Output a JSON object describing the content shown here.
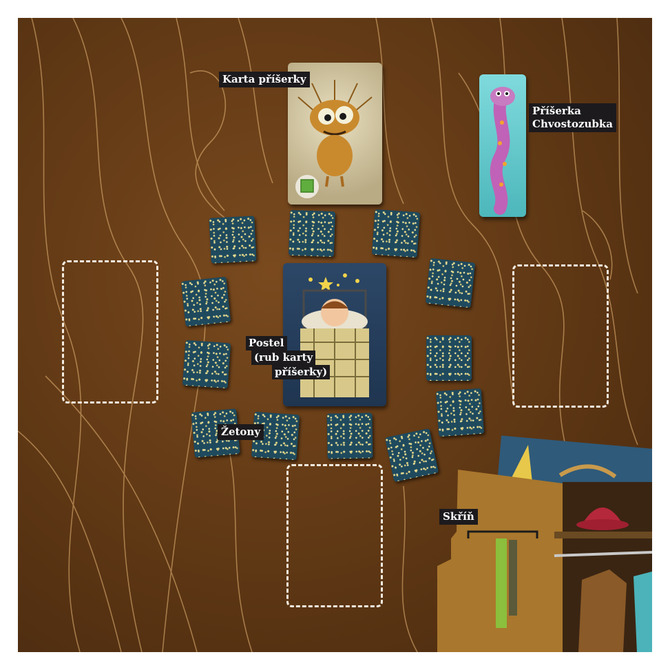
{
  "labels": {
    "monster_card": "Karta příšerky",
    "monster_name_line1": "Příšerka",
    "monster_name_line2": "Chvostozubka",
    "bed_line1": "Postel",
    "bed_line2": "(rub karty",
    "bed_line3": "příšerky)",
    "tokens": "Žetony",
    "wardrobe": "Skříň"
  },
  "colors": {
    "table_wood": "#5e3714",
    "token_blue": "#1f4a5e",
    "label_bg": "#1c1a1d",
    "slot_border": "#f4ece0",
    "monster_card_bg": "#b9ab84",
    "chvostozubka_bg": "#5fc9cc"
  }
}
